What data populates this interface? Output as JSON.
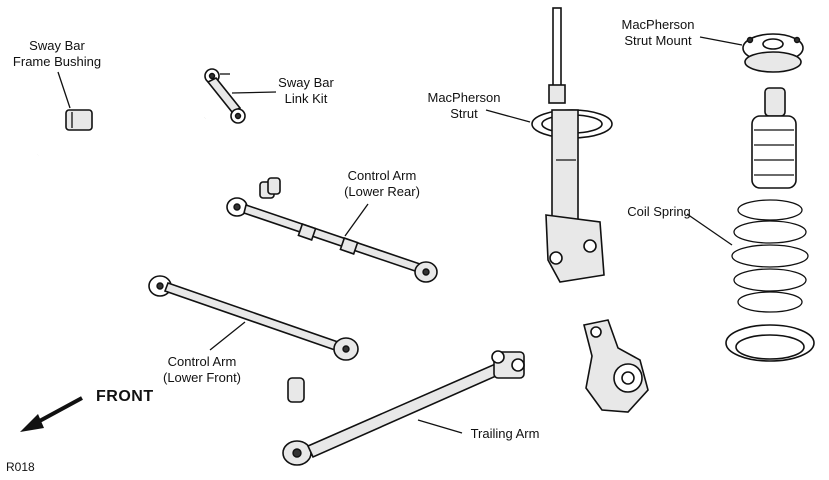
{
  "labels": {
    "sway_bar_bushing": [
      "Sway Bar",
      "Frame Bushing"
    ],
    "sway_bar_link": [
      "Sway Bar",
      "Link Kit"
    ],
    "macpherson_strut": [
      "MacPherson",
      "Strut"
    ],
    "strut_mount": [
      "MacPherson",
      "Strut Mount"
    ],
    "control_arm_rear": [
      "Control Arm",
      "(Lower Rear)"
    ],
    "coil_spring": "Coil Spring",
    "control_arm_front": [
      "Control Arm",
      "(Lower Front)"
    ],
    "trailing_arm": "Trailing Arm"
  },
  "front_label": "FRONT",
  "figure_code": "R018"
}
